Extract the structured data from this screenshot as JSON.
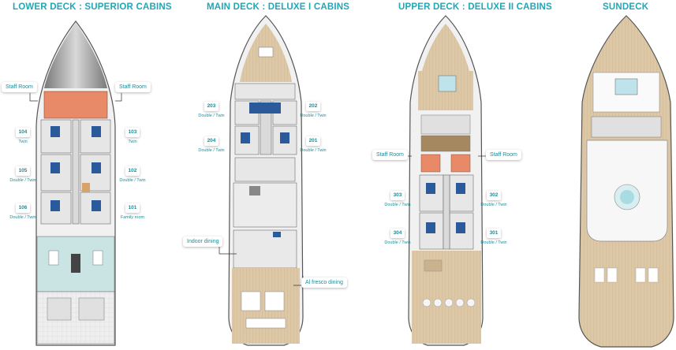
{
  "colors": {
    "accent": "#21a7b5",
    "hull": "#eeeeef",
    "wood": "#d9c3a0",
    "staff": "#e88a68",
    "pool": "#cbe6e8",
    "deckGrey": "#e3e3e3"
  },
  "decks": [
    {
      "title": "LOWER DECK : SUPERIOR CABINS"
    },
    {
      "title": "MAIN DECK : DELUXE I CABINS"
    },
    {
      "title": "UPPER DECK : DELUXE II CABINS"
    },
    {
      "title": "SUNDECK"
    }
  ],
  "lower": {
    "staff_left": "Staff Room",
    "staff_right": "Staff Room",
    "c104": {
      "num": "104",
      "type": "Twin"
    },
    "c103": {
      "num": "103",
      "type": "Twin"
    },
    "c105": {
      "num": "105",
      "type": "Double / Twin"
    },
    "c102": {
      "num": "102",
      "type": "Double / Twin"
    },
    "c106": {
      "num": "106",
      "type": "Double / Twin"
    },
    "c101": {
      "num": "101",
      "type": "Family room"
    }
  },
  "main": {
    "c203": {
      "num": "203",
      "type": "Double / Twin"
    },
    "c202": {
      "num": "202",
      "type": "Double / Twin"
    },
    "c204": {
      "num": "204",
      "type": "Double / Twin"
    },
    "c201": {
      "num": "201",
      "type": "Double / Twin"
    },
    "indoor": "Indoor dining",
    "alfresco": "Al fresco dining"
  },
  "upper": {
    "staff_left": "Staff Room",
    "staff_right": "Staff Room",
    "c303": {
      "num": "303",
      "type": "Double / Twin"
    },
    "c302": {
      "num": "302",
      "type": "Double / Twin"
    },
    "c304": {
      "num": "304",
      "type": "Double / Twin"
    },
    "c301": {
      "num": "301",
      "type": "Double / Twin"
    }
  }
}
